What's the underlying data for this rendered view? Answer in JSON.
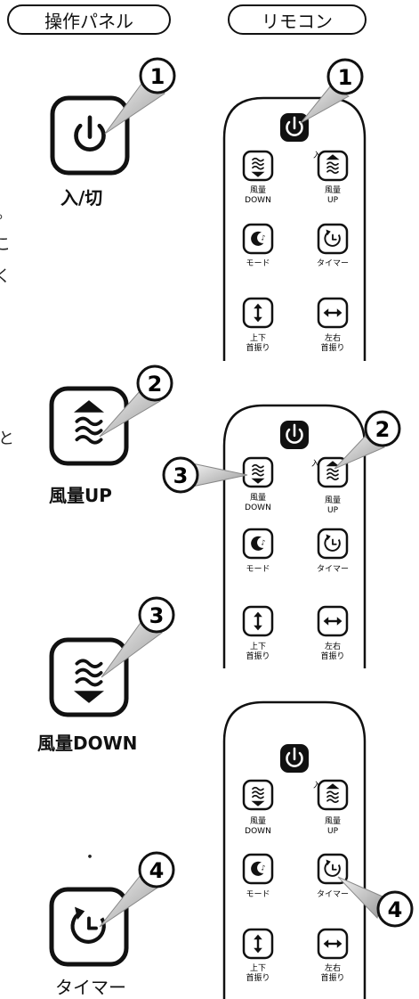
{
  "headers": {
    "panel": "操作パネル",
    "remote": "リモコン"
  },
  "panel_labels": {
    "power": "入/切",
    "fan_up": "風量UP",
    "fan_down": "風量DOWN",
    "timer": "タイマー"
  },
  "remote_labels": {
    "power": "入/切",
    "fan_down": [
      "風量",
      "DOWN"
    ],
    "fan_up": [
      "風量",
      "UP"
    ],
    "mode": "モード",
    "timer": "タイマー",
    "vertical_swing": [
      "上下",
      "首振り"
    ],
    "horizontal_swing": [
      "左右",
      "首振り"
    ]
  },
  "callouts": {
    "c1": "1",
    "c2": "2",
    "c3": "3",
    "c4": "4"
  },
  "side_fragments": {
    "a": "。",
    "b": "こ",
    "c": "く",
    "d": "と",
    "e": "・"
  }
}
